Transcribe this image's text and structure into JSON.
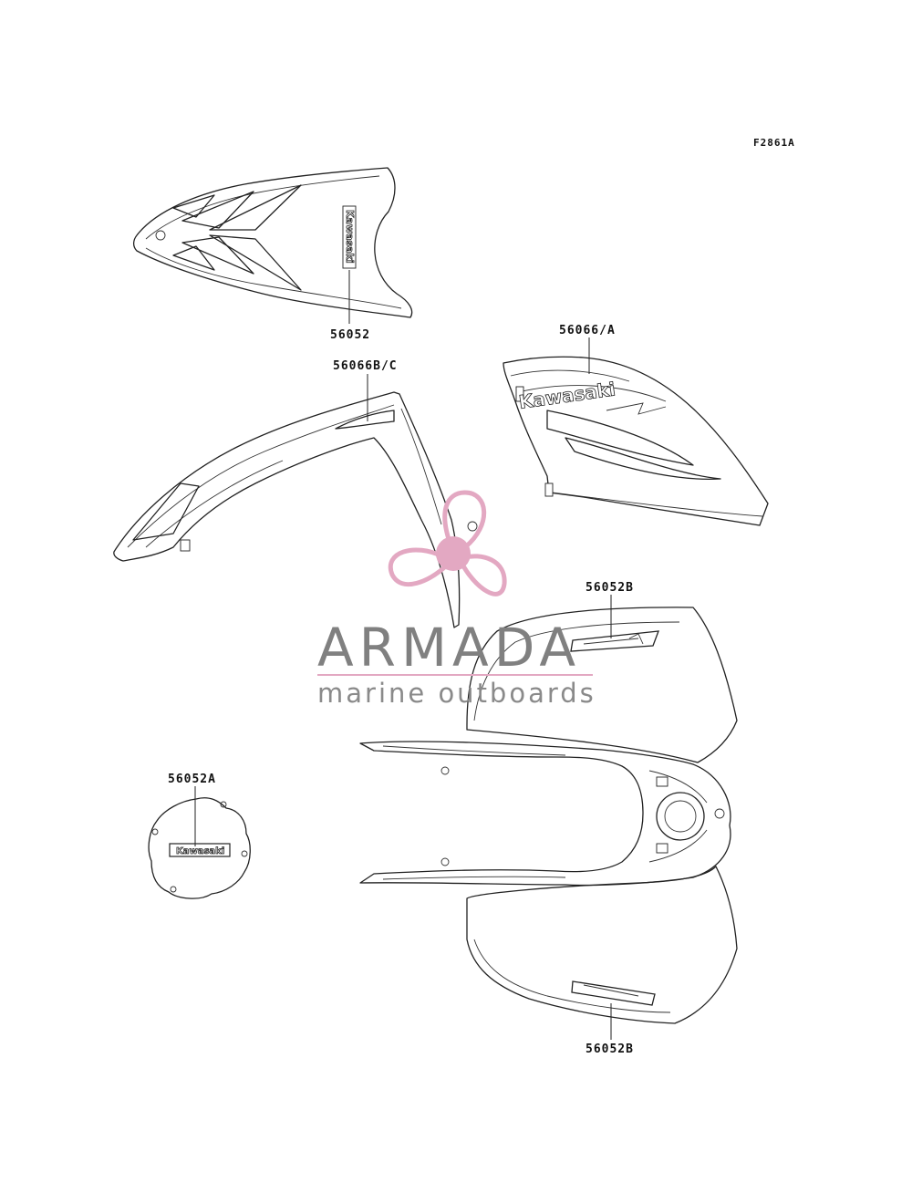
{
  "figure_code": "F2861A",
  "parts": [
    {
      "number": "56052"
    },
    {
      "number": "56066/A"
    },
    {
      "number": "56066B/C"
    },
    {
      "number": "56052B"
    },
    {
      "number": "56052A"
    },
    {
      "number": "56052B"
    }
  ],
  "decal_text": {
    "front_fender": "Kawasaki",
    "side_panel": "Kawasaki",
    "stator_cover": "Kawasaki"
  },
  "watermark": {
    "title": "ARMADA",
    "subtitle": "marine outboards",
    "logo": "propeller-logo",
    "colors": {
      "logo": "#e3a8c2",
      "title": "#808080",
      "rule": "#e3a8c2"
    }
  }
}
